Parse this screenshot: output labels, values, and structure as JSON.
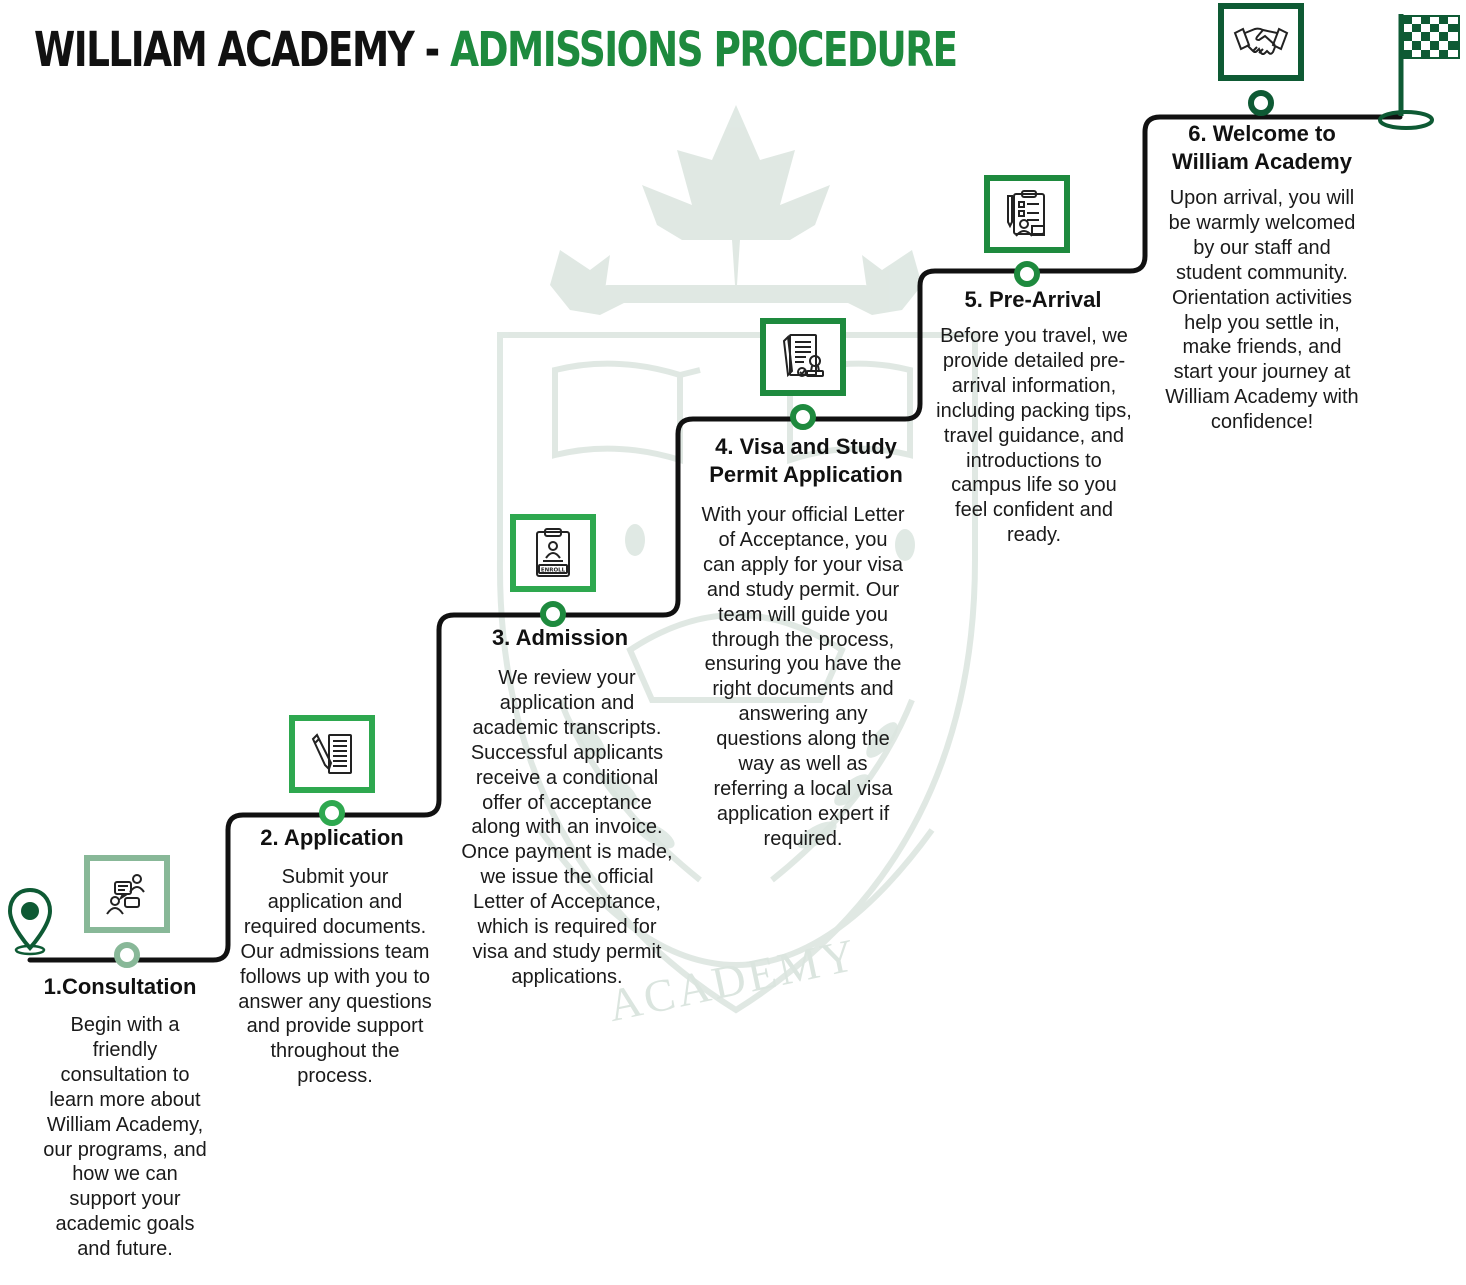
{
  "title": {
    "part1": "WILLIAM ACADEMY",
    "separator": " - ",
    "part2": "ADMISSIONS PROCEDURE"
  },
  "watermark_text": "ACADEMY",
  "colors": {
    "dark_green": "#0e5a34",
    "green": "#1e8a3e",
    "bright_green": "#2ea84f",
    "light_green": "#88b898",
    "watermark": "#dbe5df",
    "path": "#111111"
  },
  "steps": [
    {
      "title": "1.Consultation",
      "icon": "consultation-chat-icon",
      "description": "Begin with a friendly consultation to learn more about William Academy, our programs, and how we can support your academic goals and future."
    },
    {
      "title": "2. Application",
      "icon": "application-document-pen-icon",
      "description": "Submit your application and required documents. Our admissions team follows up with you to answer any questions and provide support throughout the process."
    },
    {
      "title": "3. Admission",
      "icon": "enroll-clipboard-icon",
      "icon_label": "ENROLL",
      "description": "We review your application and academic transcripts. Successful applicants receive a conditional offer of acceptance along with an invoice. Once payment is made, we issue the official Letter of Acceptance, which is required for visa and study permit applications."
    },
    {
      "title": "4. Visa and Study Permit Application",
      "icon": "visa-stamp-documents-icon",
      "description": "With your official Letter of Acceptance, you can apply for your visa and study permit. Our team will guide you through the process, ensuring you have the right documents and answering any questions along the way as well as referring a local visa application expert if required."
    },
    {
      "title": "5. Pre-Arrival",
      "icon": "pre-arrival-checklist-icon",
      "description": "Before you travel, we provide detailed pre-arrival information, including packing tips, travel guidance, and introductions to campus life so you feel confident and ready."
    },
    {
      "title": "6. Welcome to William Academy",
      "icon": "handshake-icon",
      "description": "Upon arrival, you will be warmly welcomed by our staff and student community. Orientation activities help you settle in, make friends, and start your journey at William Academy with confidence!"
    }
  ],
  "start_marker": "location-pin-icon",
  "finish_marker": "checkered-flag-icon"
}
